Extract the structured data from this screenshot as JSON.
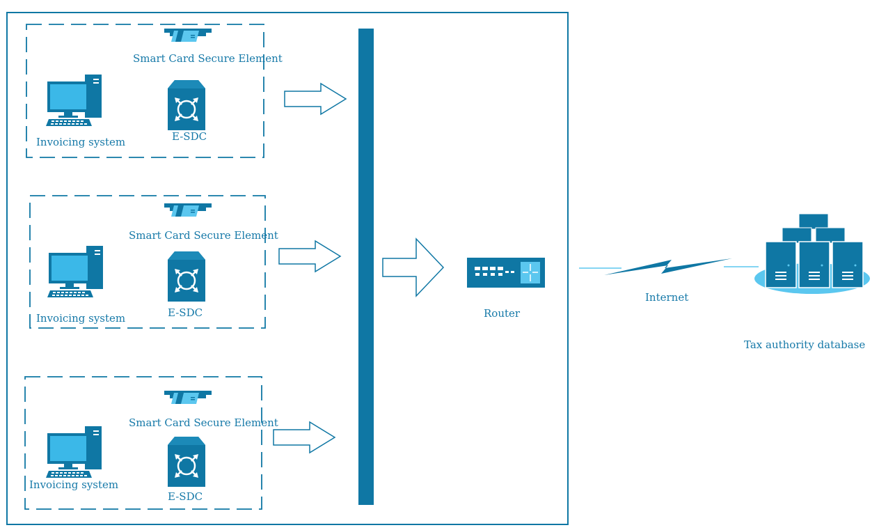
{
  "accent_color": "#0f77a4",
  "light_color": "#5bc7ef",
  "text_color": "#1679a8",
  "terminals": [
    {
      "card_label": "Smart Card Secure Element",
      "computer_label": "Invoicing system",
      "esdc_label": "E-SDC",
      "icons": [
        "smart-card-reader-icon",
        "computer-icon",
        "esdc-device-icon"
      ]
    },
    {
      "card_label": "Smart Card Secure Element",
      "computer_label": "Invoicing system",
      "esdc_label": "E-SDC",
      "icons": [
        "smart-card-reader-icon",
        "computer-icon",
        "esdc-device-icon"
      ]
    },
    {
      "card_label": "Smart Card Secure Element",
      "computer_label": "Invoicing system",
      "esdc_label": "E-SDC",
      "icons": [
        "smart-card-reader-icon",
        "computer-icon",
        "esdc-device-icon"
      ]
    }
  ],
  "router": {
    "label": "Router",
    "icon": "router-icon"
  },
  "internet": {
    "label": "Internet",
    "icon": "lightning-link-icon"
  },
  "database": {
    "label": "Tax authority database",
    "icon": "server-cluster-icon"
  }
}
